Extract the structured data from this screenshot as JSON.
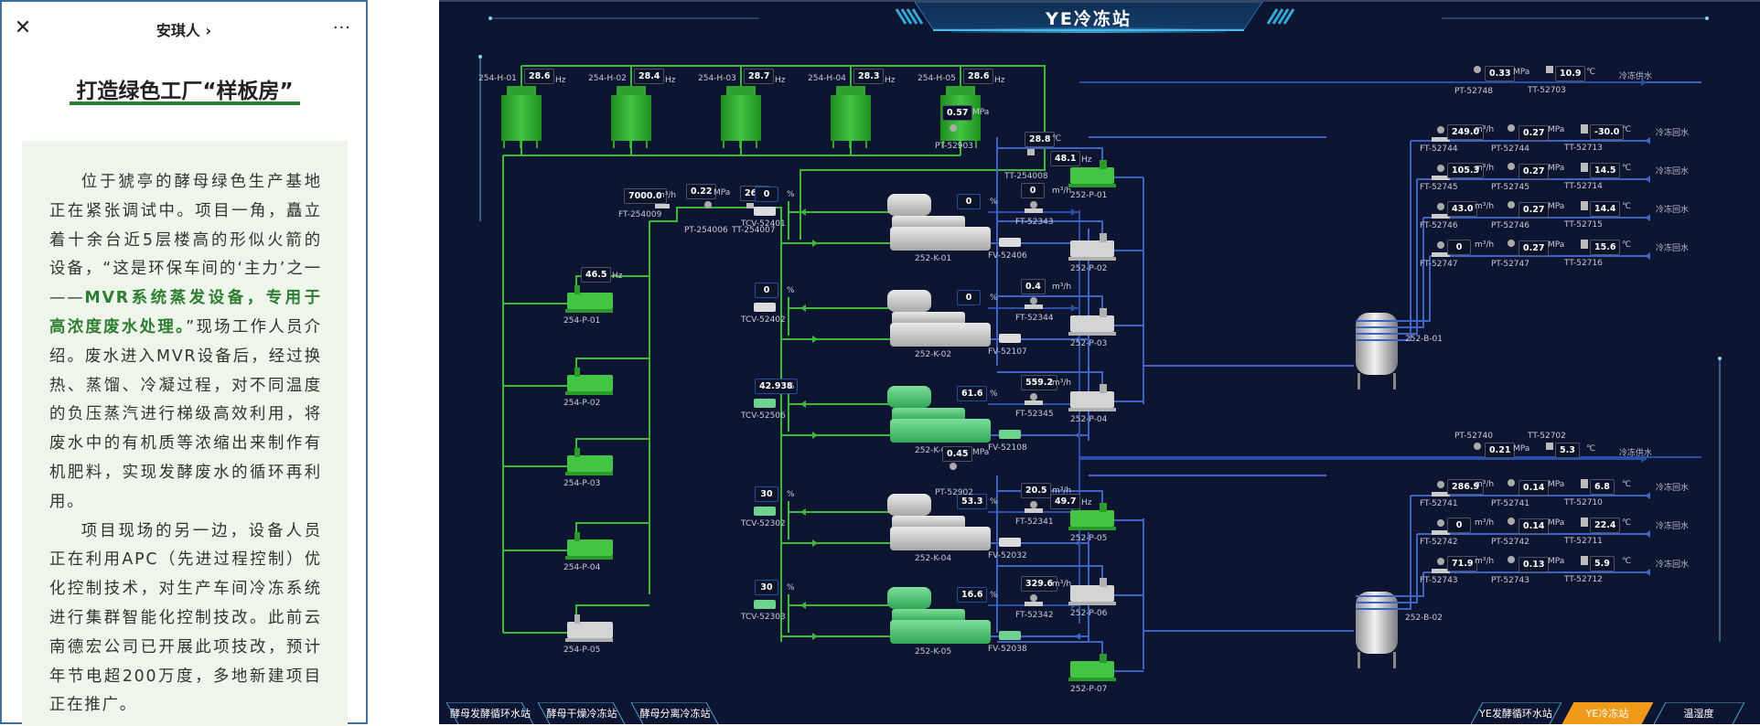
{
  "article": {
    "topbar": {
      "close_icon": "close-icon",
      "account": "安琪人 ›",
      "more_icon": "more-dots-icon",
      "more": "···",
      "close": "✕"
    },
    "title": "打造绿色工厂“样板房”",
    "para1_a": "位于猇亭的酵母绿色生产基地正在紧张调试中。项目一角，矗立着十余台近5层楼高的形似火箭的设备，“这是环保车间的‘主力’之一——",
    "para1_hl": "MVR系统蒸发设备，专用于高浓度废水处理。",
    "para1_b": "”现场工作人员介绍。废水进入MVR设备后，经过换热、蒸馏、冷凝过程，对不同温度的负压蒸汽进行梯级高效利用，将废水中的有机质等浓缩出来制作有机肥料，实现发酵废水的循环再利用。",
    "para2": "项目现场的另一边，设备人员正在利用APC（先进过程控制）优化控制技术，对生产车间冷冻系统进行集群智能化控制技改。此前云南德宏公司已开展此项技改，预计年节电超200万度，多地新建项目正在推广。"
  },
  "dashboard": {
    "title": "YE冷冻站",
    "colors": {
      "background": "#0e1530",
      "green_pipe": "#3cb83c",
      "blue_pipe": "#3f63c4",
      "active_tab": "#f09a1a",
      "tab_border": "#4aa3d8"
    },
    "units": {
      "hz": "Hz",
      "c": "℃",
      "mpa": "MPa",
      "flow": "m³/h",
      "pct": "%"
    },
    "cooling_towers": [
      {
        "id": "254-H-01",
        "freq": "28.6",
        "state": "running"
      },
      {
        "id": "254-H-02",
        "freq": "28.4",
        "state": "running"
      },
      {
        "id": "254-H-03",
        "freq": "28.7",
        "state": "running"
      },
      {
        "id": "254-H-04",
        "freq": "28.3",
        "state": "running"
      },
      {
        "id": "254-H-05",
        "freq": "28.6",
        "state": "running"
      }
    ],
    "tt_254008": {
      "id": "TT-254008",
      "value": "28.8"
    },
    "cw_header": {
      "ft": {
        "id": "FT-254009",
        "value": "7000.0"
      },
      "pt": {
        "id": "PT-254006",
        "value": "0.22"
      },
      "tt": {
        "id": "TT-254007",
        "value": "26.4"
      }
    },
    "cw_pumps": [
      {
        "id": "254-P-01",
        "freq": "46.5",
        "state": "running"
      },
      {
        "id": "254-P-02",
        "freq": "",
        "state": "running"
      },
      {
        "id": "254-P-03",
        "freq": "",
        "state": "running"
      },
      {
        "id": "254-P-04",
        "freq": "",
        "state": "running"
      },
      {
        "id": "254-P-05",
        "freq": "",
        "state": "stopped"
      }
    ],
    "chillers": [
      {
        "id": "252-K-01",
        "load": "0",
        "state": "stopped",
        "tcv": {
          "id": "TCV-52401",
          "value": "0"
        },
        "ft": {
          "id": "FT-52343",
          "value": "0"
        },
        "fv": {
          "id": "FV-52406"
        }
      },
      {
        "id": "252-K-02",
        "load": "0",
        "state": "stopped",
        "tcv": {
          "id": "TCV-52402",
          "value": "0"
        },
        "ft": {
          "id": "FT-52344",
          "value": "0.4"
        },
        "fv": {
          "id": "FV-52107"
        }
      },
      {
        "id": "252-K-03",
        "load": "61.6",
        "state": "running",
        "tcv": {
          "id": "TCV-52506",
          "value": "42.938"
        },
        "ft": {
          "id": "FT-52345",
          "value": "559.2"
        },
        "fv": {
          "id": "FV-52108"
        }
      },
      {
        "id": "252-K-04",
        "load": "53.3",
        "state": "stopped",
        "tcv": {
          "id": "TCV-52302",
          "value": "30"
        },
        "ft": {
          "id": "FT-52341",
          "value": "20.5"
        },
        "fv": {
          "id": "FV-52032"
        }
      },
      {
        "id": "252-K-05",
        "load": "16.6",
        "state": "running",
        "tcv": {
          "id": "TCV-52303",
          "value": "30"
        },
        "ft": {
          "id": "FT-52342",
          "value": "329.6"
        },
        "fv": {
          "id": "FV-52038"
        }
      }
    ],
    "pt_52903": {
      "id": "PT-52903",
      "value": "0.57"
    },
    "pt_52902": {
      "id": "PT-52902",
      "value": "0.45"
    },
    "chw_pumps": [
      {
        "id": "252-P-01",
        "freq": "48.1",
        "state": "running"
      },
      {
        "id": "252-P-02",
        "freq": "",
        "state": "stopped"
      },
      {
        "id": "252-P-03",
        "freq": "",
        "state": "stopped"
      },
      {
        "id": "252-P-04",
        "freq": "",
        "state": "stopped"
      },
      {
        "id": "252-P-05",
        "freq": "49.7",
        "state": "running"
      },
      {
        "id": "252-P-06",
        "freq": "",
        "state": "stopped"
      },
      {
        "id": "252-P-07",
        "freq": "",
        "state": "running"
      }
    ],
    "tanks": [
      {
        "id": "252-B-01"
      },
      {
        "id": "252-B-02"
      }
    ],
    "supply_1": {
      "label": "冷冻供水",
      "pt": {
        "id": "PT-52748",
        "value": "0.33"
      },
      "tt": {
        "id": "TT-52703",
        "value": "10.9"
      }
    },
    "returns_1": [
      {
        "label": "冷冻回水",
        "ft": {
          "id": "FT-52744",
          "value": "249.0"
        },
        "pt": {
          "id": "PT-52744",
          "value": "0.27"
        },
        "tt": {
          "id": "TT-52713",
          "value": "-30.0"
        }
      },
      {
        "label": "冷冻回水",
        "ft": {
          "id": "FT-52745",
          "value": "105.3"
        },
        "pt": {
          "id": "PT-52745",
          "value": "0.27"
        },
        "tt": {
          "id": "TT-52714",
          "value": "14.5"
        }
      },
      {
        "label": "冷冻回水",
        "ft": {
          "id": "FT-52746",
          "value": "43.0"
        },
        "pt": {
          "id": "PT-52746",
          "value": "0.27"
        },
        "tt": {
          "id": "TT-52715",
          "value": "14.4"
        }
      },
      {
        "label": "冷冻回水",
        "ft": {
          "id": "FT-52747",
          "value": "0"
        },
        "pt": {
          "id": "PT-52747",
          "value": "0.27"
        },
        "tt": {
          "id": "TT-52716",
          "value": "15.6"
        }
      }
    ],
    "supply_2": {
      "label": "冷冻供水",
      "pt": {
        "id": "PT-52740",
        "value": "0.21"
      },
      "tt": {
        "id": "TT-52702",
        "value": "5.3"
      }
    },
    "returns_2": [
      {
        "label": "冷冻回水",
        "ft": {
          "id": "FT-52741",
          "value": "286.9"
        },
        "pt": {
          "id": "PT-52741",
          "value": "0.14"
        },
        "tt": {
          "id": "TT-52710",
          "value": "6.8"
        }
      },
      {
        "label": "冷冻回水",
        "ft": {
          "id": "FT-52742",
          "value": "0"
        },
        "pt": {
          "id": "PT-52742",
          "value": "0.14"
        },
        "tt": {
          "id": "TT-52711",
          "value": "22.4"
        }
      },
      {
        "label": "冷冻回水",
        "ft": {
          "id": "FT-52743",
          "value": "71.9"
        },
        "pt": {
          "id": "PT-52743",
          "value": "0.13"
        },
        "tt": {
          "id": "TT-52712",
          "value": "5.9"
        }
      }
    ],
    "tabs_left": [
      "酵母发酵循环水站",
      "酵母干燥冷冻站",
      "酵母分离冷冻站"
    ],
    "tabs_right": [
      {
        "label": "YE发酵循环水站",
        "active": false
      },
      {
        "label": "YE冷冻站",
        "active": true
      },
      {
        "label": "温湿度",
        "active": false
      }
    ]
  }
}
